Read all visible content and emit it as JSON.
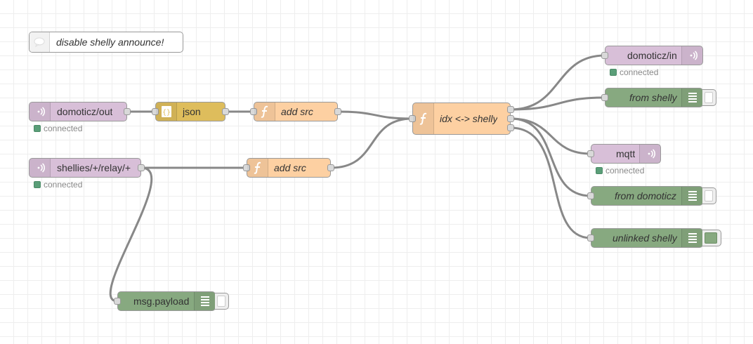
{
  "comment": {
    "text": "disable shelly announce!",
    "icon": "speech-bubble-icon"
  },
  "nodes": {
    "mqtt_in_domoticz": {
      "label": "domoticz/out",
      "status": "connected",
      "icon": "radio-wave-icon"
    },
    "json": {
      "label": "json",
      "icon": "json-braces-icon"
    },
    "func_add_src_1": {
      "label": "add src",
      "icon": "function-icon"
    },
    "func_idx_shelly": {
      "label": "idx <-> shelly",
      "icon": "function-icon"
    },
    "mqtt_in_shellies": {
      "label": "shellies/+/relay/+",
      "status": "connected",
      "icon": "radio-wave-icon"
    },
    "func_add_src_2": {
      "label": "add src",
      "icon": "function-icon"
    },
    "debug_msg_payload": {
      "label": "msg.payload",
      "icon": "debug-list-icon"
    },
    "mqtt_out_domoticz_in": {
      "label": "domoticz/in",
      "status": "connected",
      "icon": "radio-wave-icon"
    },
    "debug_from_shelly": {
      "label": "from shelly",
      "icon": "debug-list-icon"
    },
    "mqtt_out_mqtt": {
      "label": "mqtt",
      "status": "connected",
      "icon": "radio-wave-icon"
    },
    "debug_from_domoticz": {
      "label": "from domoticz",
      "icon": "debug-list-icon"
    },
    "debug_unlinked_shelly": {
      "label": "unlinked shelly",
      "icon": "debug-list-icon"
    }
  },
  "colors": {
    "mqtt": "#d8bfd8",
    "function": "#fdd0a2",
    "json": "#debd5c",
    "debug": "#87a980",
    "status_connected": "#5a9e78",
    "wire": "#888888"
  }
}
